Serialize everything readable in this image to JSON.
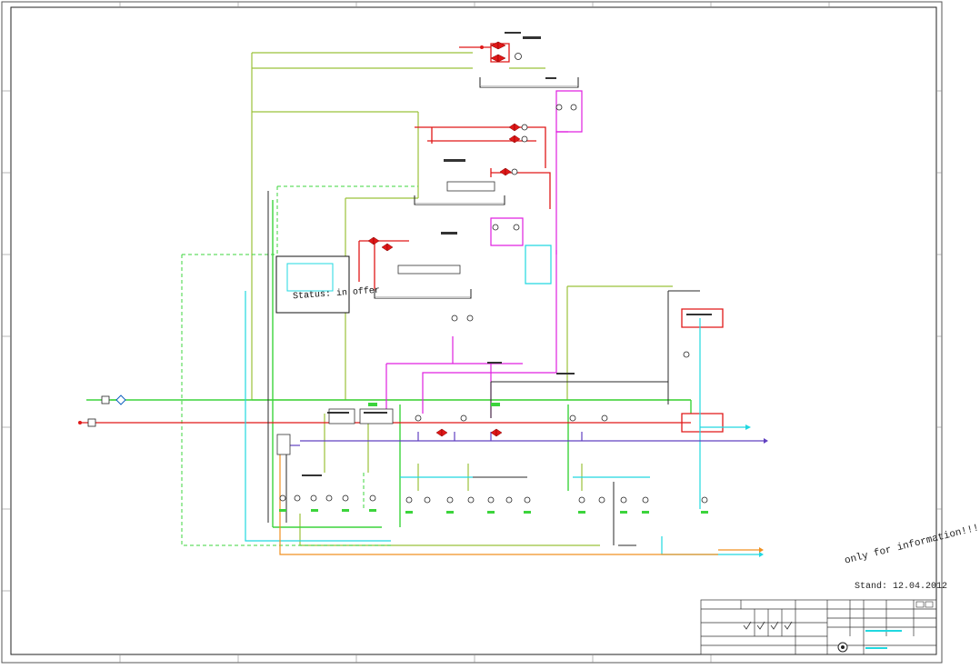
{
  "drawing": {
    "note_information": "only for information!!!",
    "stand_label": "Stand:",
    "stand_date": "12.04.2012",
    "status_text": "Status: in offer",
    "colors": {
      "green_line": "#3cd43c",
      "olive_line": "#9bc23a",
      "red_line": "#e01818",
      "magenta_line": "#e020e0",
      "cyan_line": "#20d8e0",
      "purple_line": "#6040c0",
      "orange_line": "#f09020",
      "dark_line": "#2a2a2a",
      "grid_frame": "#444444"
    },
    "icons": [
      "pump-symbol-icon",
      "valve-symbol-icon",
      "tank-symbol-icon",
      "diamond-symbol-icon",
      "company-logo-icon"
    ]
  }
}
